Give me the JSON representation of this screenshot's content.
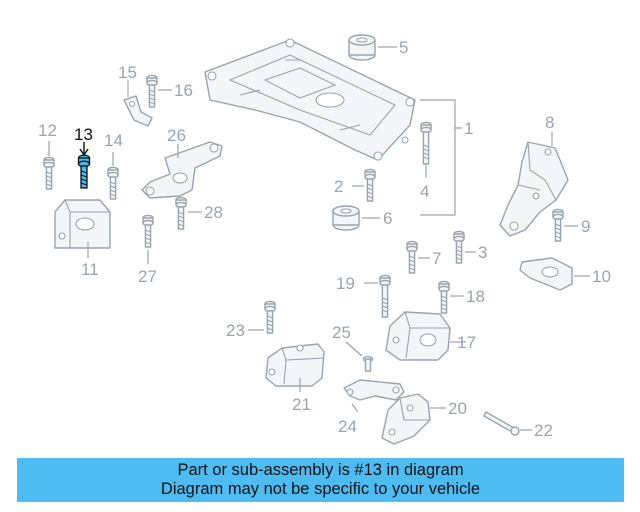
{
  "diagram": {
    "labels": {
      "1": "1",
      "2": "2",
      "3": "3",
      "4": "4",
      "5": "5",
      "6": "6",
      "7": "7",
      "8": "8",
      "9": "9",
      "10": "10",
      "11": "11",
      "12": "12",
      "13": "13",
      "14": "14",
      "15": "15",
      "16": "16",
      "17": "17",
      "18": "18",
      "19": "19",
      "20": "20",
      "21": "21",
      "22": "22",
      "23": "23",
      "24": "24",
      "25": "25",
      "26": "26",
      "27": "27",
      "28": "28"
    },
    "highlighted_part": "13",
    "colors": {
      "highlight": "#4dbcf3",
      "line_art": "#9aa3ad",
      "selected_text": "#111111"
    }
  },
  "banner": {
    "line1": "Part or sub-assembly is #13 in diagram",
    "line2": "Diagram may not be specific to your vehicle"
  }
}
